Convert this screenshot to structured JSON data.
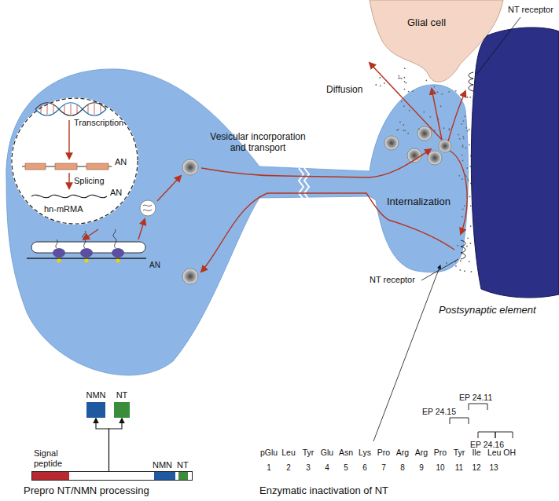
{
  "diagram": {
    "nodes": [
      {
        "text": [
          "Glial cell"
        ]
      },
      {
        "text": [
          "Transcription",
          "AN",
          "Splicing",
          "AN",
          "hn-mRMA"
        ]
      },
      {
        "text": [
          "Postsynaptic element"
        ]
      },
      {
        "text": [
          "NMN"
        ]
      },
      {
        "text": [
          "NT"
        ]
      },
      {
        "text": [
          "Signal peptide",
          "NMN",
          "NT"
        ]
      }
    ],
    "edges": [
      {
        "from": 5,
        "to": 3,
        "arrow": "to"
      },
      {
        "from": 5,
        "to": 4,
        "arrow": "to"
      }
    ],
    "labels": [
      "NT receptor",
      "Diffusion",
      "Vesicular incorporation and transport",
      "Internalization",
      "NT receptor",
      "AN",
      "Enzymatic inactivation of NT",
      "Prepro NT/NMN processing",
      "EP 24.11",
      "EP 24.15",
      "EP 24.16",
      "pGlu",
      "Leu",
      "Tyr",
      "Glu",
      "Asn",
      "Lys",
      "Pro",
      "Arg",
      "Arg",
      "Pro",
      "Tyr",
      "Ile",
      "Leu OH",
      "1",
      "2",
      "3",
      "4",
      "5",
      "6",
      "7",
      "8",
      "9",
      "10",
      "11",
      "12",
      "13"
    ]
  }
}
